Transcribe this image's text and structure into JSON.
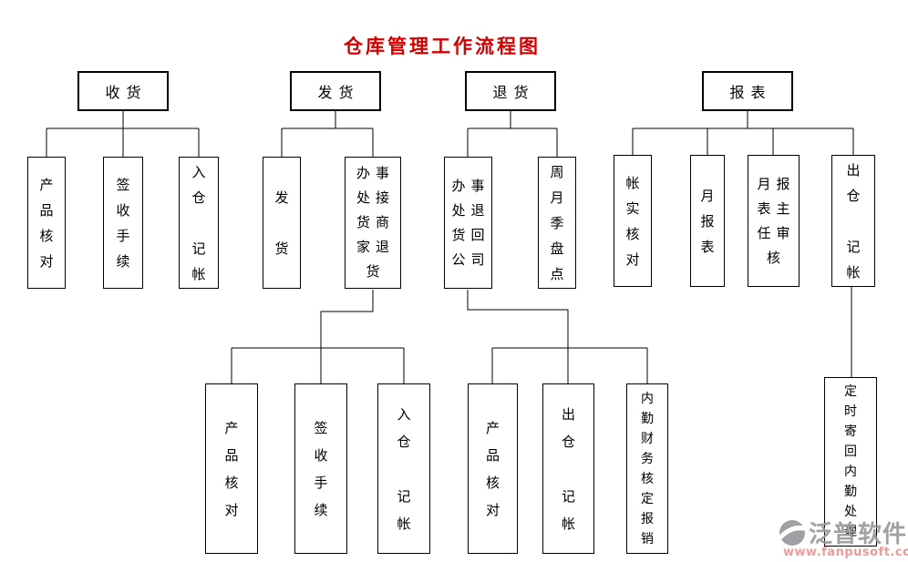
{
  "title": "仓库管理工作流程图",
  "colors": {
    "title_red": "#d40000",
    "line_black": "#000000",
    "box_background": "#ffffff",
    "watermark_grey": "#97979c",
    "watermark_red": "#e89090"
  },
  "nodes": {
    "receiving": "收货",
    "receiving_product_check": "产\n品\n核\n对",
    "receiving_sign_procedure": "签\n收\n手\n续",
    "receiving_warehouse_in": "入\n仓\n\n记\n帐",
    "shipping": "发货",
    "shipping_dispatch": "发\n\n货",
    "shipping_office_pickup_merchant_return": "办事\n处接\n货商\n家退\n货",
    "shipping_product_check": "产\n品\n核\n对",
    "shipping_sign_procedure": "签\n收\n手\n续",
    "shipping_warehouse_in": "入\n仓\n\n记\n帐",
    "returns": "退货",
    "returns_office_return_to_company": "办事\n处退\n货回\n公司",
    "returns_periodic_stocktake": "周\n月\n季\n盘\n点",
    "returns_product_check": "产\n品\n核\n对",
    "returns_warehouse_out": "出\n仓\n\n记\n帐",
    "returns_finance_reimbursement": "内\n勤\n财\n务\n核\n定\n报\n销",
    "reports": "报表",
    "reports_account_verification": "帐\n实\n核\n对",
    "reports_monthly_report": "月\n报\n表",
    "reports_director_review": "月报\n表主\n任审\n核",
    "reports_warehouse_out": "出\n仓\n\n记\n帐",
    "reports_scheduled_return_backoffice": "定\n时\n寄\n回\n内\n勤\n处\n理"
  },
  "watermark": {
    "brand": "泛普软件",
    "url": "www.fanpusoft.com"
  }
}
